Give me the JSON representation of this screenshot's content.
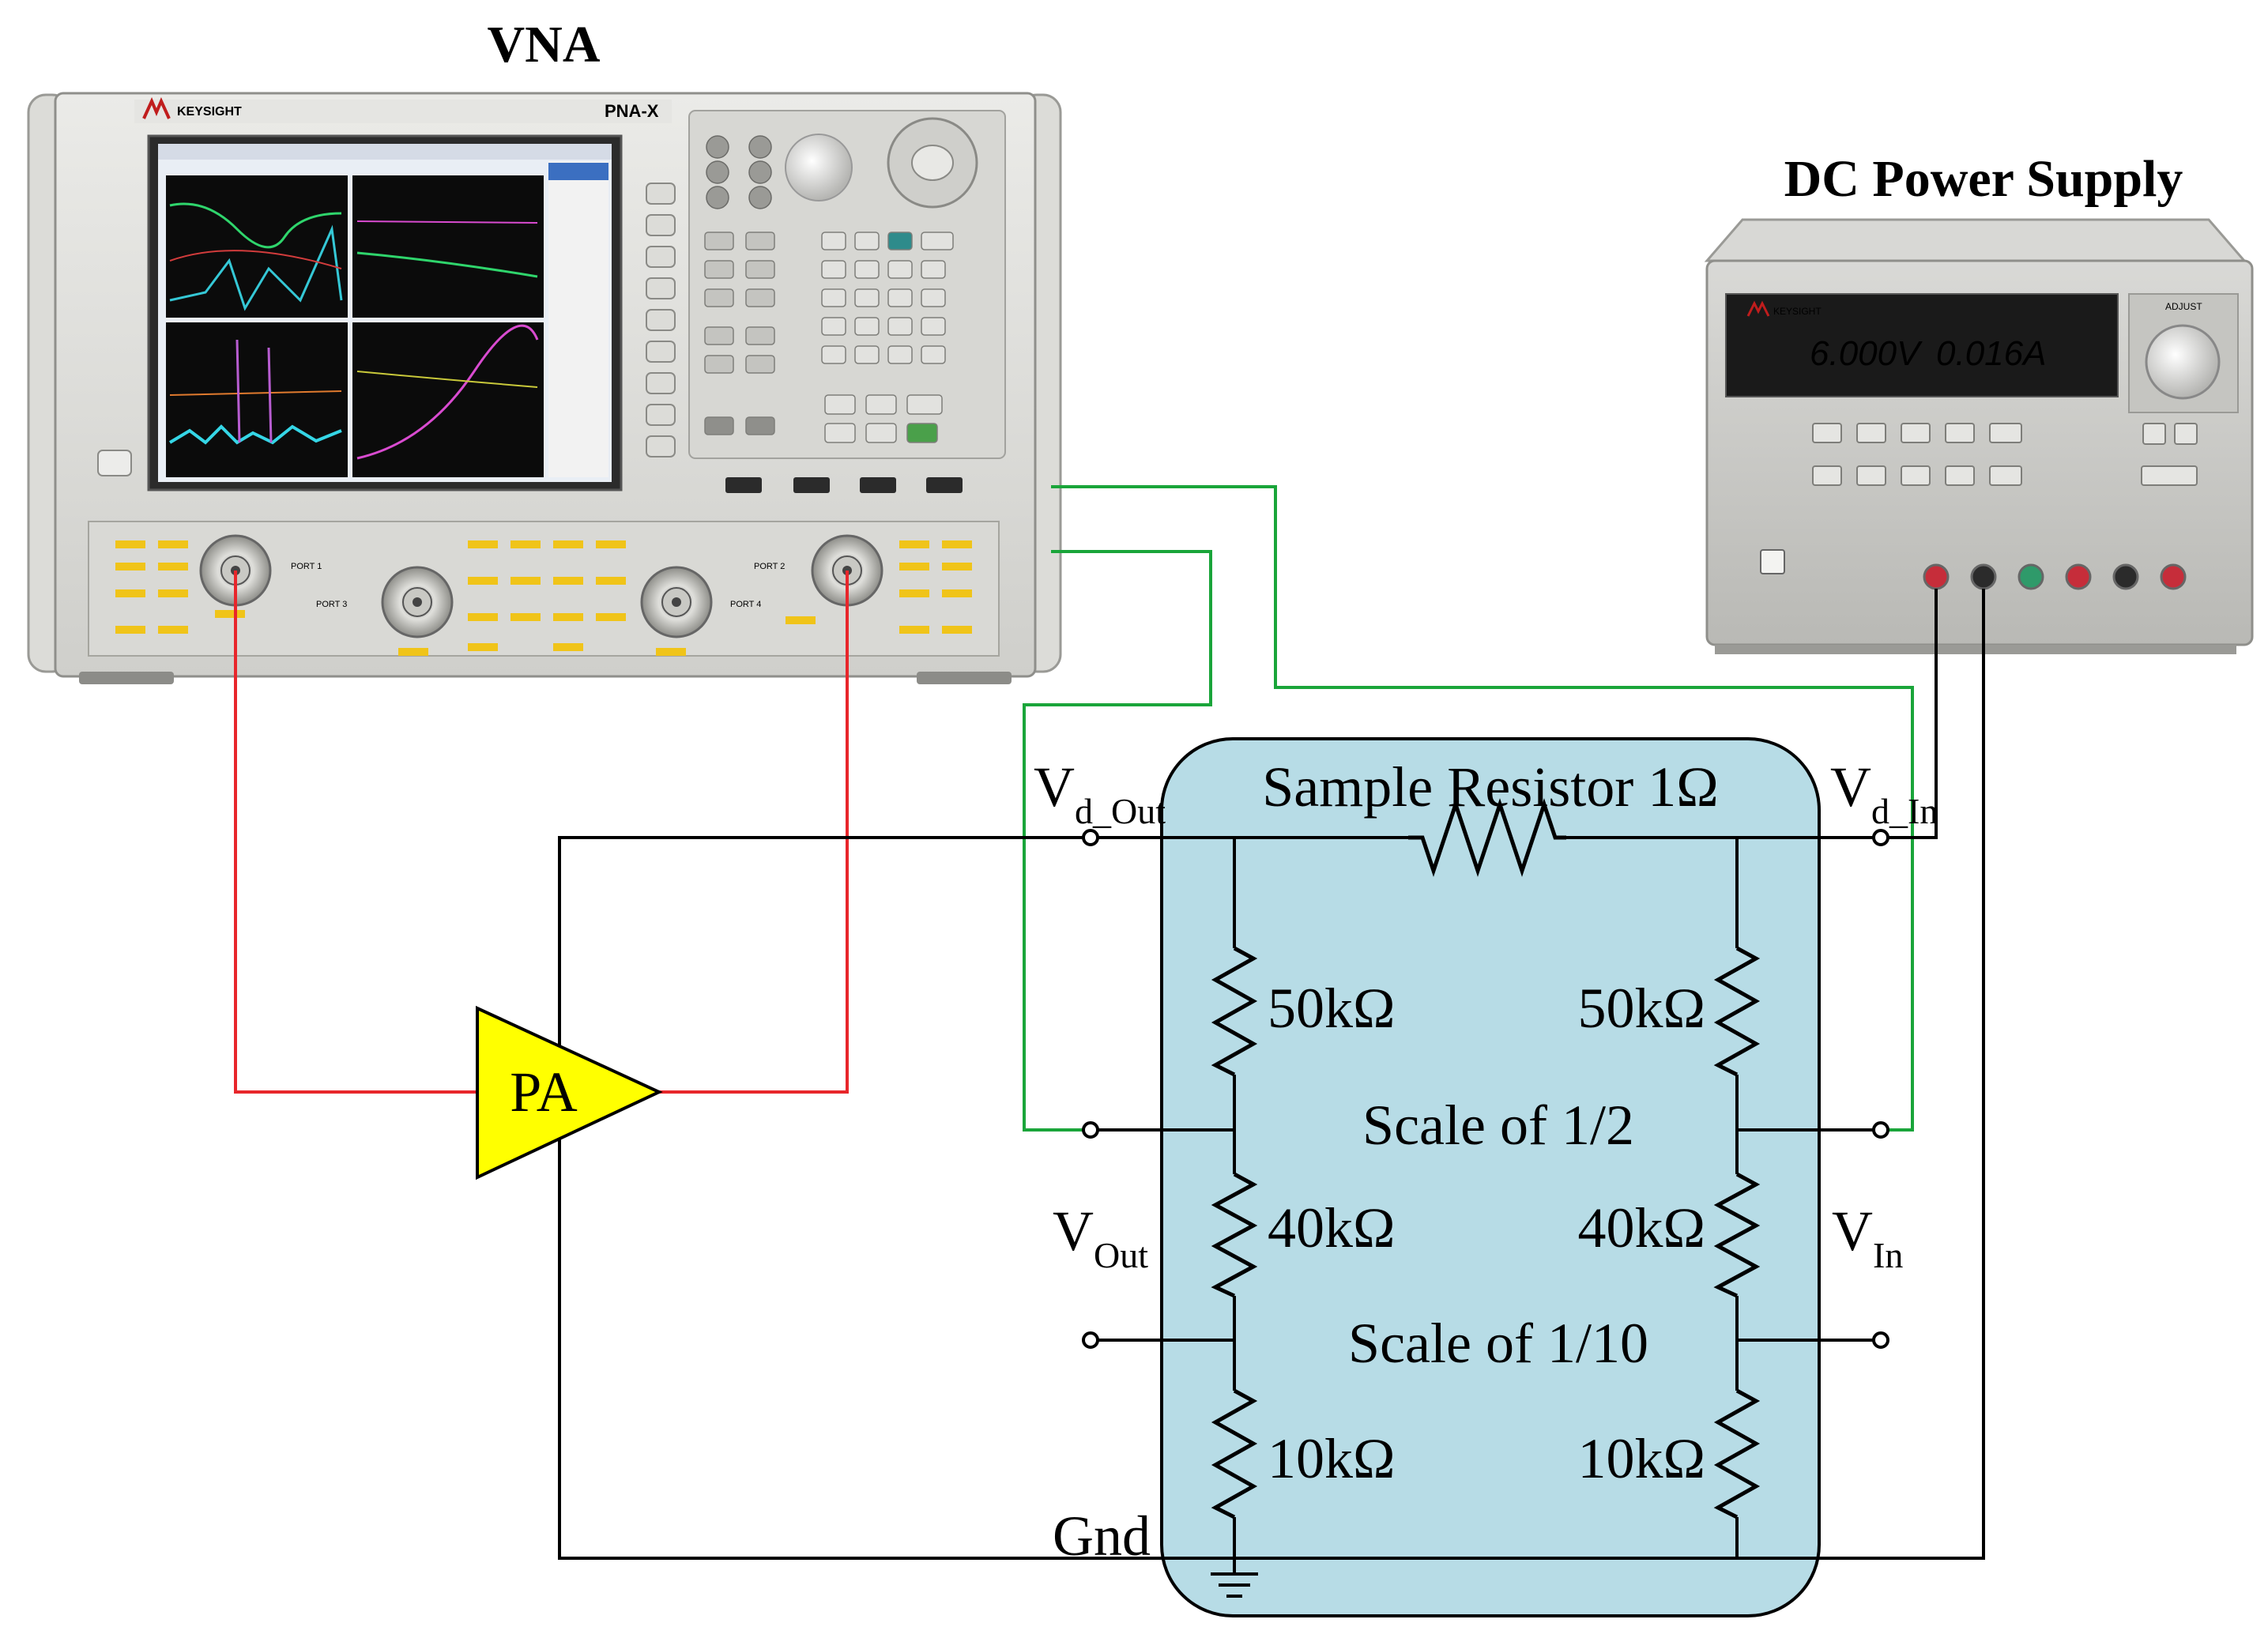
{
  "instruments": {
    "vna": {
      "title": "VNA",
      "brand": "KEYSIGHT",
      "model": "PNA-X",
      "ports": [
        "PORT 1",
        "PORT 3",
        "PORT 4",
        "PORT 2"
      ]
    },
    "dc_supply": {
      "title": "DC Power Supply",
      "brand": "KEYSIGHT",
      "voltage_readout": "6.000V",
      "current_readout": "0.016A",
      "adjust_label": "ADJUST"
    }
  },
  "circuit": {
    "amplifier_label": "PA",
    "sample_resistor_label": "Sample Resistor 1Ω",
    "terminals": {
      "vd_out": {
        "main": "V",
        "sub": "d_Out"
      },
      "vd_in": {
        "main": "V",
        "sub": "d_In"
      },
      "v_out": {
        "main": "V",
        "sub": "Out"
      },
      "v_in": {
        "main": "V",
        "sub": "In"
      },
      "gnd": "Gnd"
    },
    "resistors_left": [
      "50kΩ",
      "40kΩ",
      "10kΩ"
    ],
    "resistors_right": [
      "50kΩ",
      "40kΩ",
      "10kΩ"
    ],
    "scale_labels": [
      "Scale of 1/2",
      "Scale of 1/10"
    ]
  },
  "colors": {
    "rf_cable": "#e8262b",
    "sense_wire": "#1aa53a",
    "divider_box_fill": "#b7dce6",
    "amplifier_fill": "#ffff00",
    "wire": "#000000"
  }
}
